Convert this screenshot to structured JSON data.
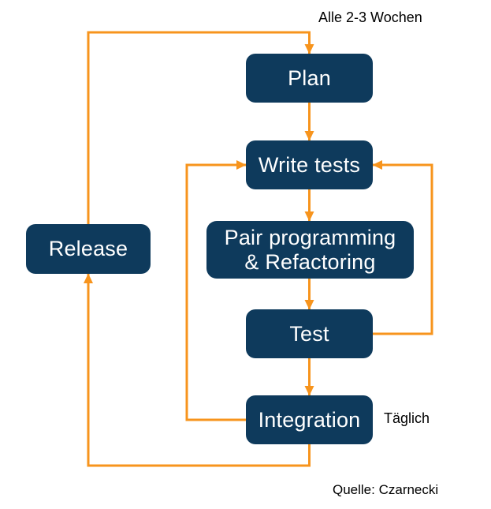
{
  "colors": {
    "background": "#ffffff",
    "node_fill": "#0e3a5c",
    "node_text": "#ffffff",
    "arrow": "#f7941d",
    "annotation_text": "#000000"
  },
  "nodes": [
    {
      "id": "plan",
      "label": "Plan"
    },
    {
      "id": "write-tests",
      "label": "Write tests"
    },
    {
      "id": "pair-programming",
      "label": "Pair programming",
      "label_line2": "& Refactoring"
    },
    {
      "id": "test",
      "label": "Test"
    },
    {
      "id": "integration",
      "label": "Integration"
    },
    {
      "id": "release",
      "label": "Release"
    }
  ],
  "edges": [
    {
      "from": "release",
      "to": "plan"
    },
    {
      "from": "plan",
      "to": "write-tests"
    },
    {
      "from": "write-tests",
      "to": "pair-programming"
    },
    {
      "from": "pair-programming",
      "to": "test"
    },
    {
      "from": "test",
      "to": "integration"
    },
    {
      "from": "test",
      "to": "write-tests"
    },
    {
      "from": "integration",
      "to": "write-tests"
    },
    {
      "from": "integration",
      "to": "release"
    }
  ],
  "annotations": {
    "cycle_note": "Alle 2-3 Wochen",
    "daily_note": "Täglich",
    "source": "Quelle: Czarnecki"
  }
}
